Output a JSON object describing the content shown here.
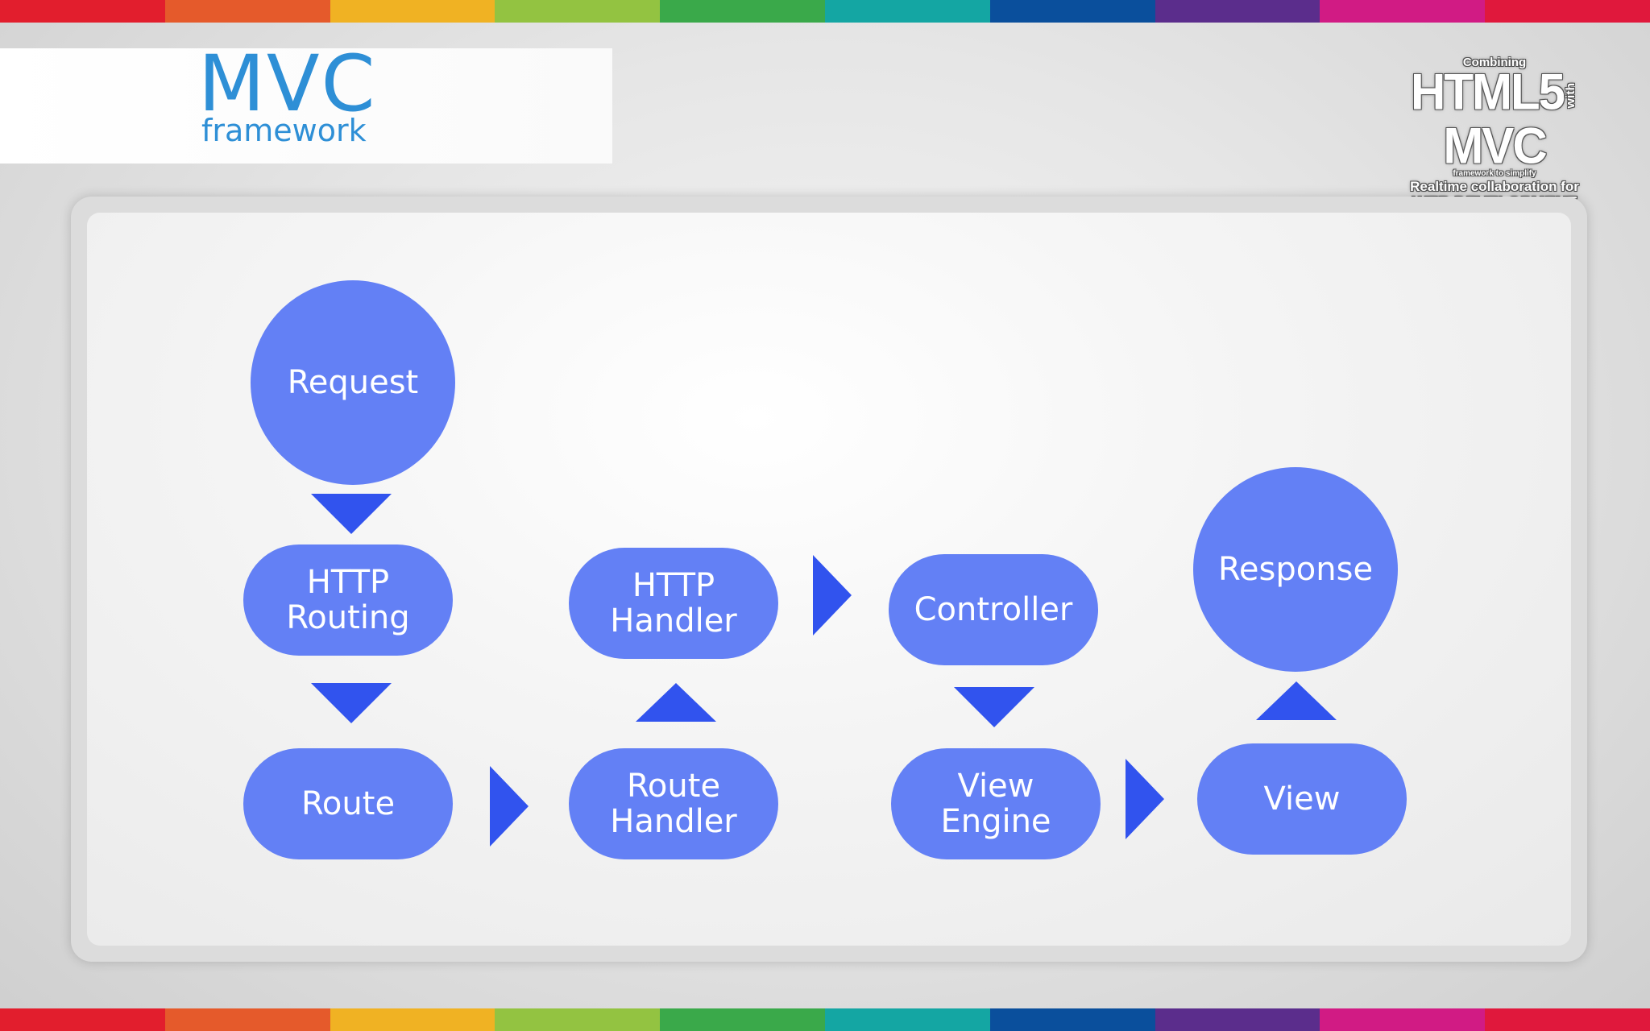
{
  "stripe_colors": [
    "#e21e2d",
    "#e55a2b",
    "#f0b223",
    "#93c341",
    "#3aa94a",
    "#14a6a3",
    "#0a4f9c",
    "#5b2d8c",
    "#d11b84",
    "#e0183c"
  ],
  "header": {
    "title": "MVC",
    "subtitle": "framework"
  },
  "logo": {
    "top": "Combining",
    "main_left": "HTML5",
    "main_with": "with",
    "main_right": "MVC",
    "small": "framework to simplify",
    "middle": "Realtime collaboration for",
    "bottom": "WEB DEVELOPMENT"
  },
  "diagram": {
    "node_color": "#6380f5",
    "arrow_color": "#3153ee",
    "nodes": {
      "request": "Request",
      "http_routing": "HTTP\nRouting",
      "route": "Route",
      "route_handler": "Route\nHandler",
      "http_handler": "HTTP\nHandler",
      "controller": "Controller",
      "view_engine": "View\nEngine",
      "view": "View",
      "response": "Response"
    }
  }
}
